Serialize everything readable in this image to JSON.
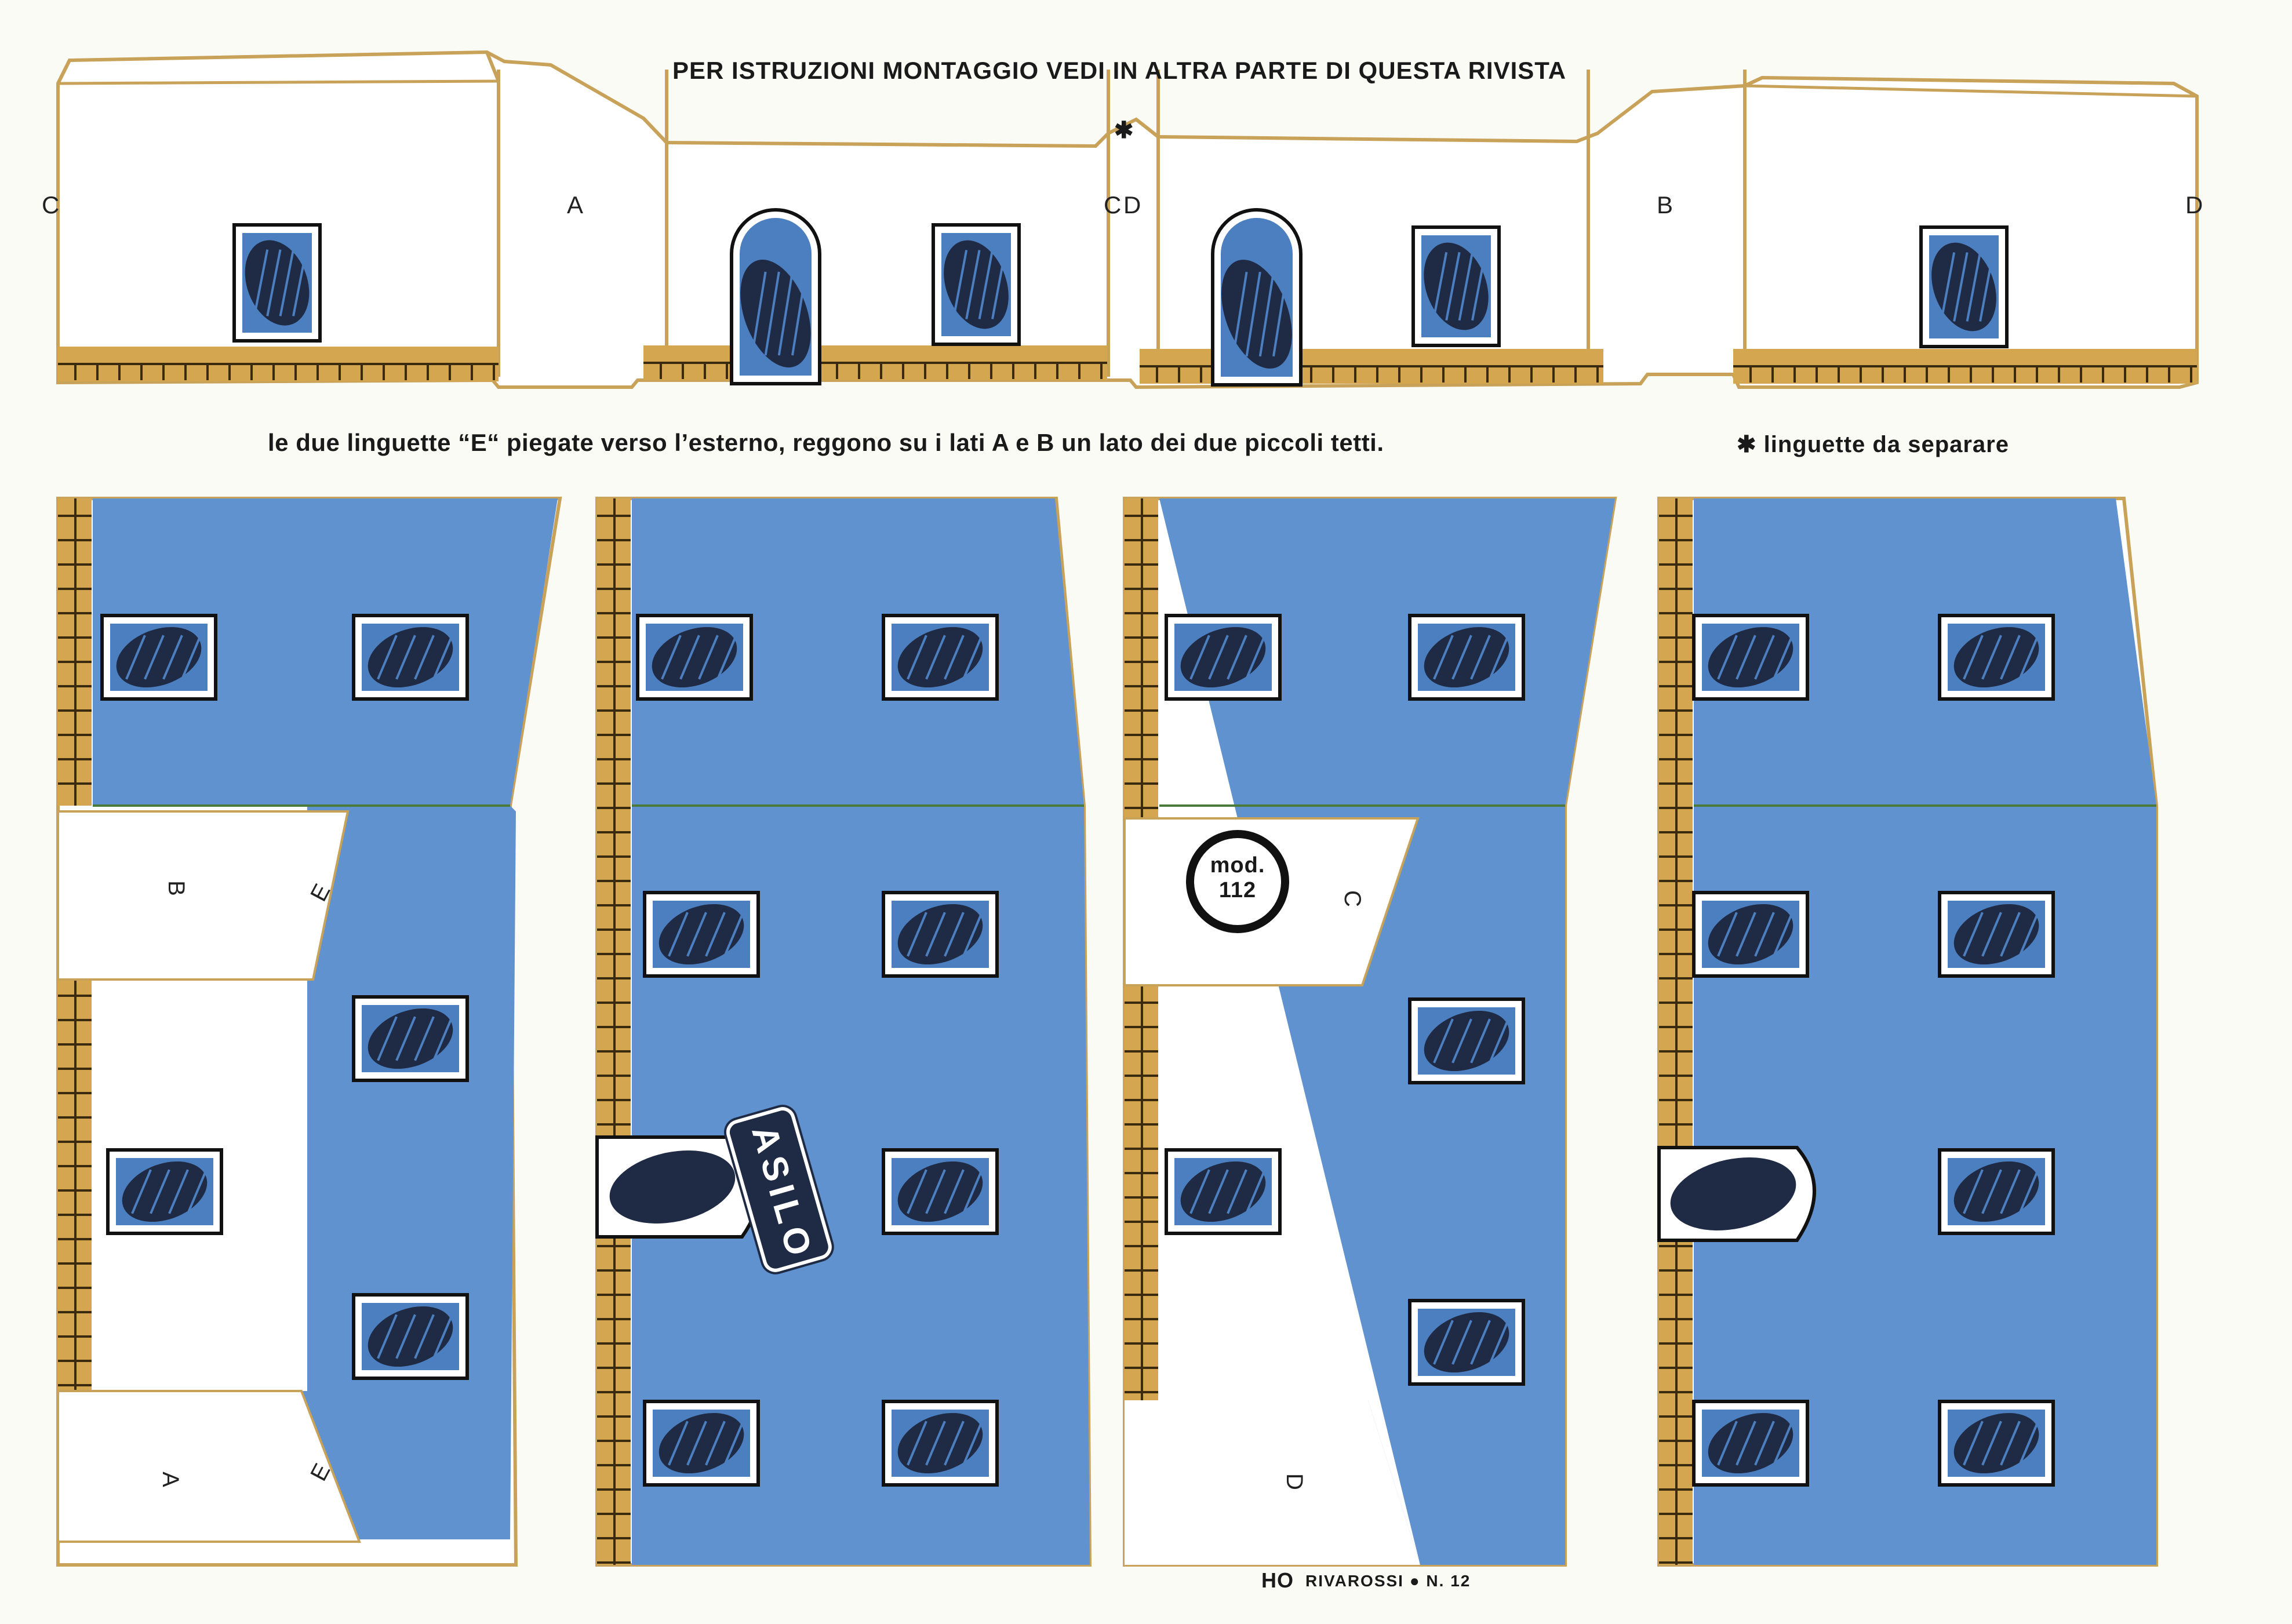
{
  "header": {
    "title": "PER ISTRUZIONI MONTAGGIO VEDI IN ALTRA PARTE DI QUESTA RIVISTA",
    "instruction": "le due linguette “E“ piegate verso l’esterno, reggono su i lati A e B un lato dei due piccoli tetti.",
    "note": "✱ linguette da separare",
    "separator_mark": "✱"
  },
  "labels": {
    "fold_c_left": "C",
    "fold_a": "A",
    "fold_cd": "C D",
    "fold_b": "B",
    "fold_d_right": "D",
    "tab_b": "B",
    "tab_e_top": "E",
    "tab_a": "A",
    "tab_e_bottom": "E",
    "tab_c": "C",
    "tab_d": "D"
  },
  "badge": {
    "line1": "mod.",
    "line2": "112"
  },
  "sign": {
    "text": "ASILO"
  },
  "footer": {
    "brand": "HO",
    "maker": "RIVAROSSI ● N. 12"
  },
  "colors": {
    "blue_wall": "#5f92cf",
    "brick": "#d4a650",
    "outline": "#c9a25a",
    "window_fill": "#1f2a44",
    "window_highlight": "#4c7fc0"
  }
}
